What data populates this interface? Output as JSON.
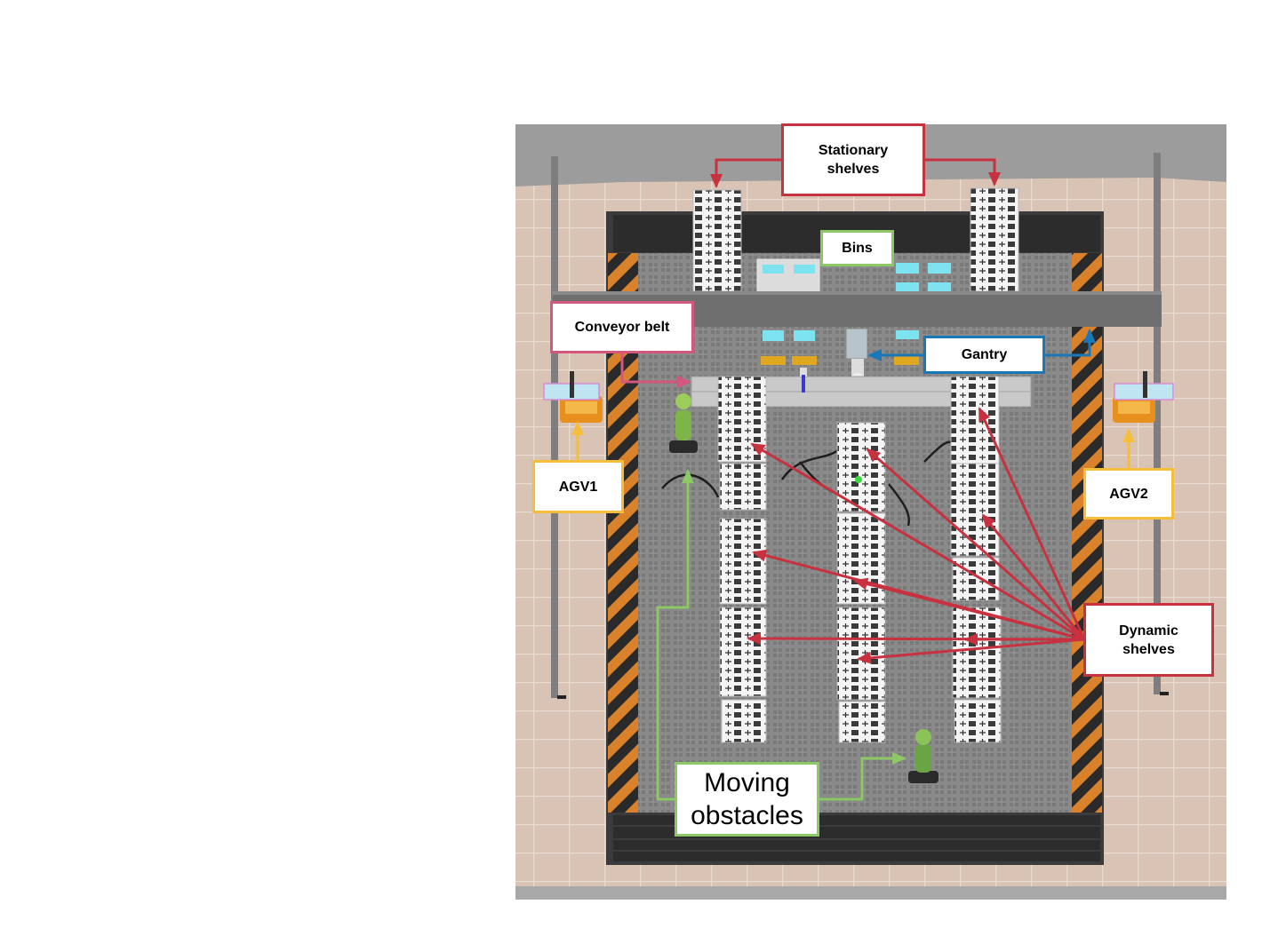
{
  "labels": {
    "stationary_shelves": "Stationary\nshelves",
    "bins": "Bins",
    "conveyor_belt": "Conveyor belt",
    "gantry": "Gantry",
    "agv1": "AGV1",
    "agv2": "AGV2",
    "dynamic_shelves": "Dynamic\nshelves",
    "moving_obstacles": "Moving\nobstacles"
  },
  "colors": {
    "stationary_shelves": "#c8313f",
    "dynamic_shelves": "#c8313f",
    "bins": "#8cc866",
    "moving_obstacles": "#8cc866",
    "conveyor_belt": "#d4577e",
    "gantry": "#1a78b8",
    "agv": "#f4be3a",
    "floor_tile": "#d8bfb0",
    "hazard_stripe": "#d9822b",
    "work_floor": "#8c8c8c"
  },
  "scene": {
    "type": "top-down warehouse simulation",
    "stationary_shelf_count": 2,
    "dynamic_shelf_count": 9,
    "agv_count": 2,
    "moving_obstacle_count": 2,
    "bin_count": 8
  }
}
